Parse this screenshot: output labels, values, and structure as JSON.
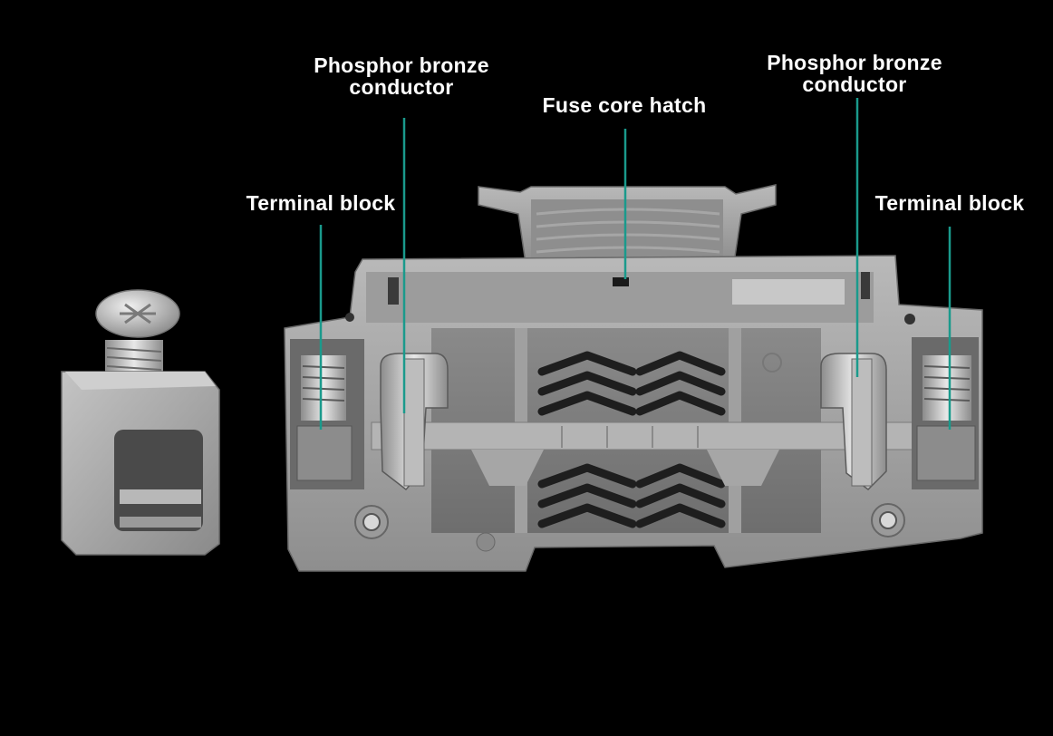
{
  "labels": {
    "conductor_left": {
      "line1": "Phosphor bronze",
      "line2": "conductor"
    },
    "fuse_hatch": "Fuse core hatch",
    "conductor_right": {
      "line1": "Phosphor bronze",
      "line2": "conductor"
    },
    "terminal_left": "Terminal block",
    "terminal_right": "Terminal block"
  },
  "colors": {
    "background": "#000000",
    "leader_line": "#1a9a8c",
    "housing": "#a8a8a8",
    "housing_dark": "#7a7a7a",
    "metal": "#cfcfcf"
  }
}
